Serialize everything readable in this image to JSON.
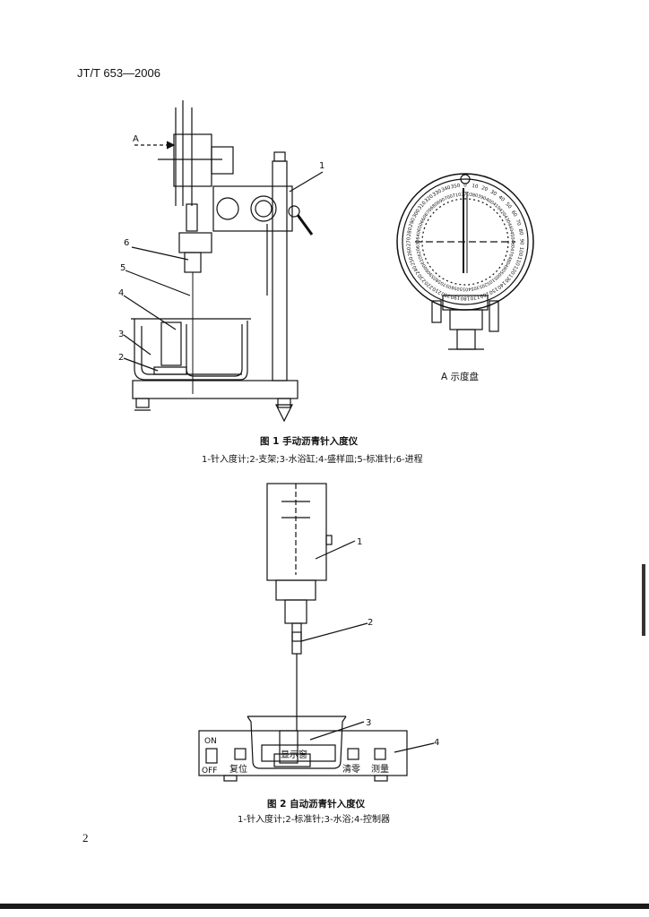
{
  "header": {
    "standard": "JT/T 653—2006"
  },
  "figure1": {
    "view_marker": "A",
    "labels": [
      "1",
      "2",
      "3",
      "4",
      "5",
      "6"
    ],
    "dial_caption": "A 示度盘",
    "dial_inner_numbers": [
      "370",
      "380",
      "390",
      "400",
      "410",
      "420",
      "430",
      "440",
      "450",
      "460",
      "470",
      "480",
      "490",
      "500",
      "510",
      "520",
      "530",
      "540",
      "550",
      "560",
      "570",
      "580",
      "590",
      "600",
      "610",
      "620",
      "630",
      "640",
      "650",
      "660",
      "670",
      "680",
      "690",
      "700",
      "710"
    ],
    "dial_outer_numbers": [
      "0",
      "10",
      "20",
      "30",
      "40",
      "50",
      "60",
      "70",
      "80",
      "90",
      "100",
      "110",
      "120",
      "130",
      "140",
      "150",
      "160",
      "170",
      "180",
      "190",
      "200",
      "210",
      "220",
      "230",
      "240",
      "250",
      "260",
      "270",
      "280",
      "290",
      "300",
      "310",
      "320",
      "330",
      "340",
      "350"
    ],
    "caption": "图 1  手动沥青针入度仪",
    "legend": "1-针入度计;2-支架;3-水浴缸;4-盛样皿;5-标准针;6-进程"
  },
  "figure2": {
    "labels": [
      "1",
      "2",
      "3",
      "4"
    ],
    "on_label": "ON",
    "off_label": "OFF",
    "reset_label": "复位",
    "display_label": "显示窗",
    "clear_label": "清零",
    "measure_label": "测量",
    "caption": "图 2  自动沥青针入度仪",
    "legend": "1-针入度计;2-标准针;3-水浴;4-控制器"
  },
  "footer": {
    "page_number": "2"
  }
}
